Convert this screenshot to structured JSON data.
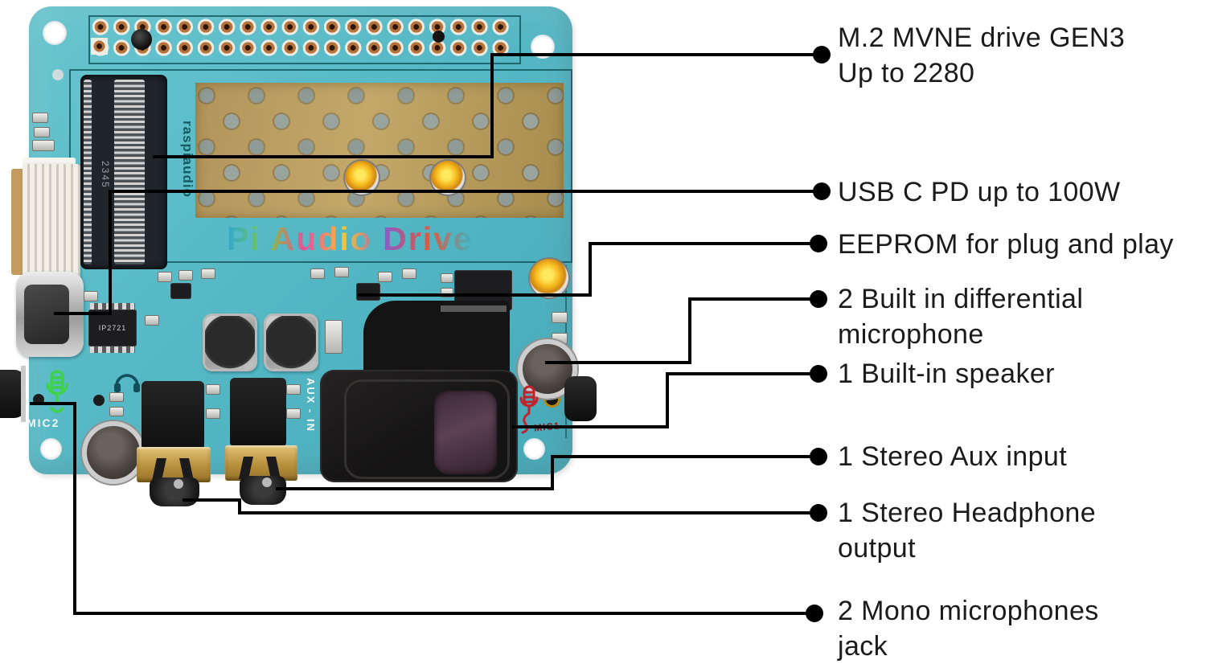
{
  "board": {
    "title": "Pi Audio Drive",
    "brand": "raspiaudio",
    "silkscreen": {
      "mic1": "MIC1",
      "mic2": "MIC2",
      "aux_in": "AUX - IN",
      "chip": "IP2721",
      "module_code": "2345"
    }
  },
  "colors": {
    "pcb_teal": "#56b9c5",
    "gold_pad": "#b3975c",
    "leader_line": "#000000",
    "label_text": "#1b1b1b",
    "mic_logo_green": "#3ed24b",
    "mic_logo_red": "#c0232c",
    "led_amber": "#f6b91f"
  },
  "callouts": [
    {
      "id": "m2",
      "line1": "M.2 MVNE drive GEN3",
      "line2": "Up to 2280"
    },
    {
      "id": "usbc",
      "line1": "USB C PD up to 100W",
      "line2": ""
    },
    {
      "id": "eeprom",
      "line1": "EEPROM for plug and play",
      "line2": ""
    },
    {
      "id": "mic",
      "line1": "2 Built in differential",
      "line2": "microphone"
    },
    {
      "id": "speaker",
      "line1": "1 Built-in speaker",
      "line2": ""
    },
    {
      "id": "aux",
      "line1": "1 Stereo Aux input",
      "line2": ""
    },
    {
      "id": "headphone",
      "line1": "1 Stereo Headphone",
      "line2": "output"
    },
    {
      "id": "mono",
      "line1": "2 Mono microphones",
      "line2": "jack"
    }
  ]
}
